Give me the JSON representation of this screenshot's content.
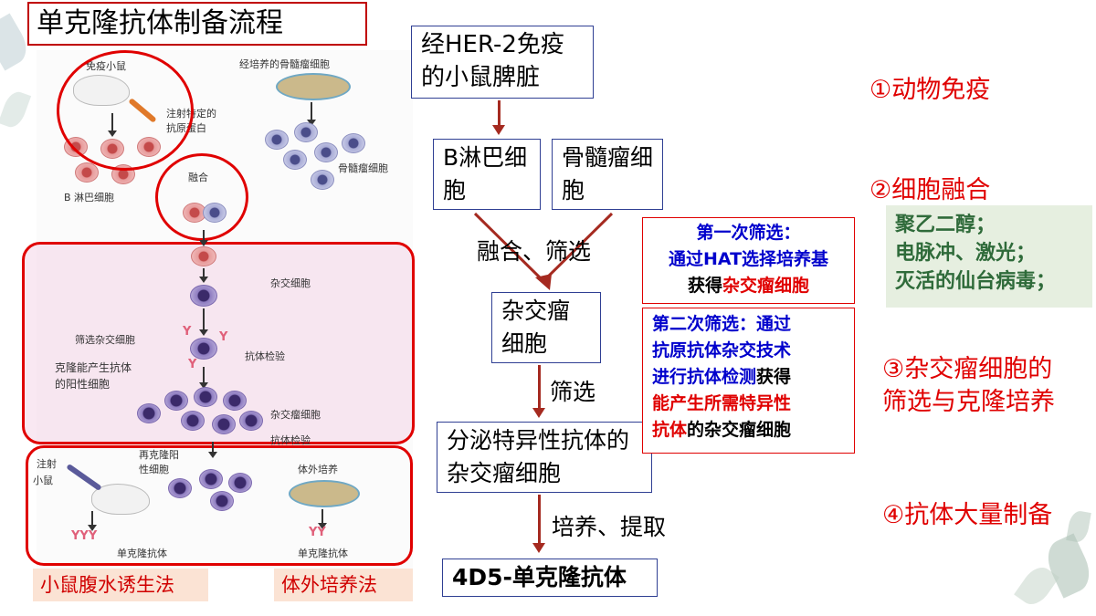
{
  "title": "单克隆抗体制备流程",
  "diagram": {
    "immune_mouse": "免疫小鼠",
    "cultured_myeloma": "经培养的骨髓瘤细胞",
    "inject_antigen_1": "注射特定的",
    "inject_antigen_2": "抗原蛋白",
    "b_cells": "B 淋巴细胞",
    "myeloma_cells": "骨髓瘤细胞",
    "fusion": "融合",
    "hybrid_cells": "杂交细胞",
    "screen_hybrid": "筛选杂交细胞",
    "clone_positive_1": "克隆能产生抗体",
    "clone_positive_2": "的阳性细胞",
    "antibody_test_1": "抗体检验",
    "hybridoma_cells": "杂交瘤细胞",
    "antibody_test_2": "抗体检验",
    "reclone_1": "再克隆阳",
    "reclone_2": "性细胞",
    "inject_mouse_1": "注射",
    "inject_mouse_2": "小鼠",
    "in_vitro": "体外培养",
    "mab_left": "单克隆抗体",
    "mab_right": "单克隆抗体"
  },
  "methods": {
    "ascites": "小鼠腹水诱生法",
    "in_vitro": "体外培养法"
  },
  "flow": {
    "spleen": "经HER-2免疫的小鼠脾脏",
    "b_cell": "B淋巴细胞",
    "myeloma": "骨髓瘤细胞",
    "fuse_screen": "融合、筛选",
    "hybridoma": "杂交瘤细胞",
    "screen": "筛选",
    "specific_hybridoma": "分泌特异性抗体的杂交瘤细胞",
    "culture_extract": "培养、提取",
    "final": "4D5-单克隆抗体"
  },
  "screen_boxes": {
    "first_title": "第一次筛选：",
    "first_line2": "通过HAT选择培养基",
    "first_line3_a": "获得",
    "first_line3_b": "杂交瘤细胞",
    "second_line1": "第二次筛选：通过",
    "second_line2": "抗原抗体杂交技术",
    "second_line3_a": "进行抗体检测",
    "second_line3_b": "获得",
    "second_line4": "能产生所需特异性",
    "second_line5_a": "抗体",
    "second_line5_b": "的杂交瘤细胞"
  },
  "steps": {
    "s1": "①动物免疫",
    "s2": "②细胞融合",
    "s3_line1": "③杂交瘤细胞的",
    "s3_line2": "筛选与克隆培养",
    "s4": "④抗体大量制备"
  },
  "fusion_methods": [
    "聚乙二醇；",
    "电脉冲、激光；",
    "灭活的仙台病毒；"
  ],
  "colors": {
    "highlight_red": "#e00000",
    "flow_border": "#2f3f93",
    "arrow": "#a52a20",
    "screen_text_blue": "#0000cc",
    "methods_green": "#2f6b3a"
  }
}
